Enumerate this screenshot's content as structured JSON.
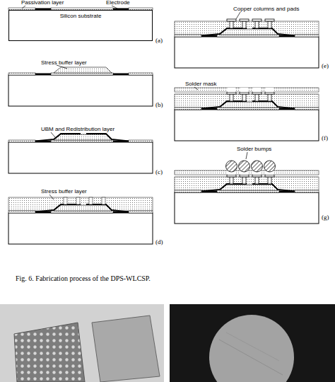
{
  "diagram": {
    "caption": "Fig. 6. Fabrication process of the DPS-WLCSP.",
    "nodes": [
      {
        "text": [
          "Silicon substrate"
        ]
      }
    ],
    "labels": [
      "Passivation layer",
      "Electrode",
      "(a)",
      "Stress buffer layer",
      "(b)",
      "UBM and Redistribution layer",
      "(c)",
      "Stress buffer layer",
      "(d)",
      "Copper columns and pads",
      "(e)",
      "Solder mask",
      "(f)",
      "Solder bumps",
      "(g)"
    ]
  }
}
